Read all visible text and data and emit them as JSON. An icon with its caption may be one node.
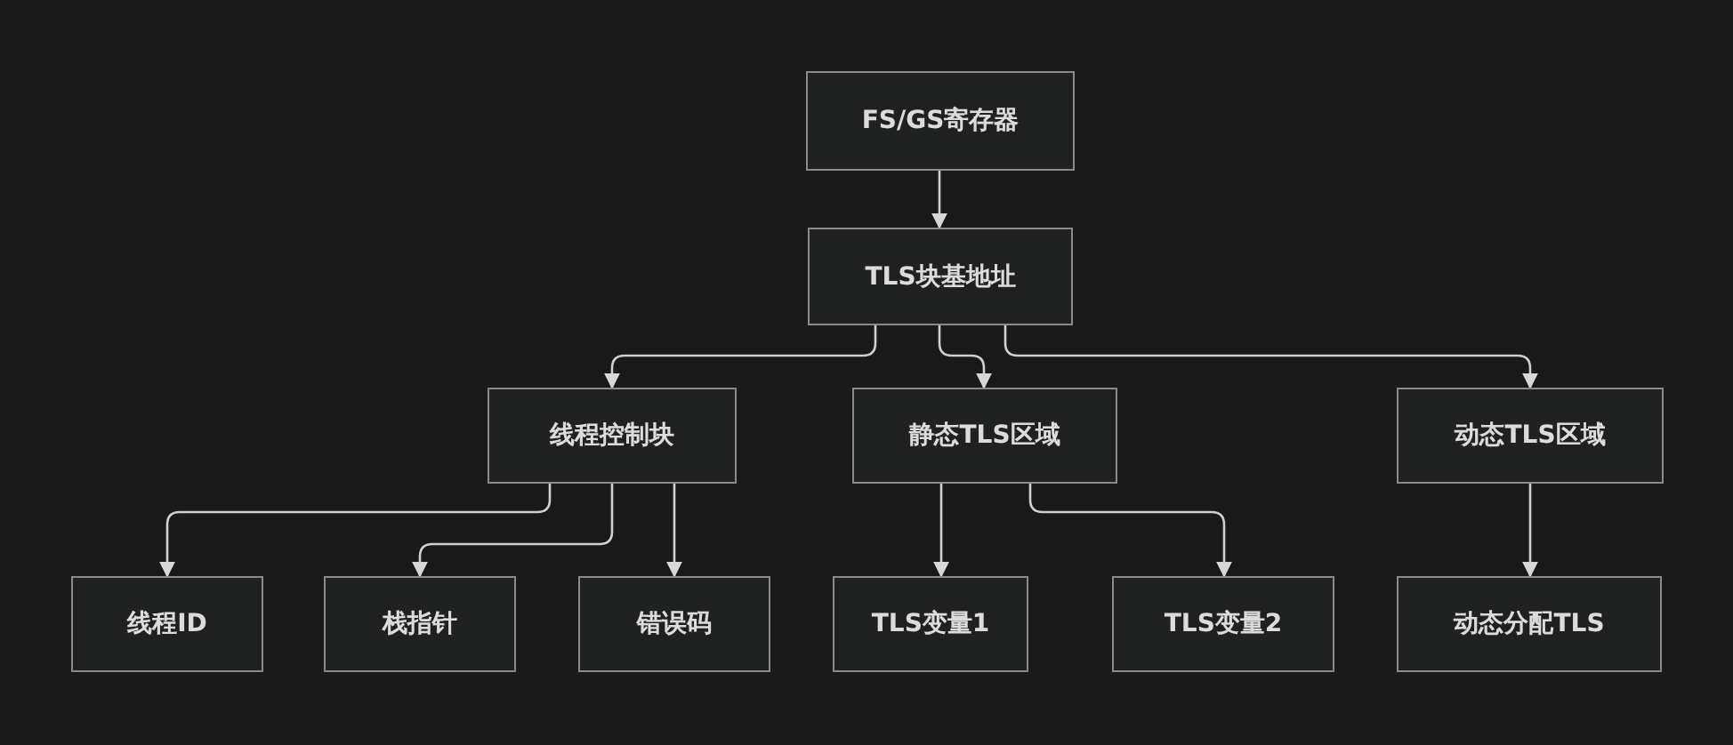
{
  "diagram": {
    "nodes": [
      {
        "text": [
          "FS/GS寄存器"
        ]
      },
      {
        "text": [
          "TLS块基地址"
        ]
      },
      {
        "text": [
          "线程控制块"
        ]
      },
      {
        "text": [
          "静态TLS区域"
        ]
      },
      {
        "text": [
          "动态TLS区域"
        ]
      },
      {
        "text": [
          "线程ID"
        ]
      },
      {
        "text": [
          "栈指针"
        ]
      },
      {
        "text": [
          "错误码"
        ]
      },
      {
        "text": [
          "TLS变量1"
        ]
      },
      {
        "text": [
          "TLS变量2"
        ]
      },
      {
        "text": [
          "动态分配TLS"
        ]
      }
    ],
    "edges": [
      {
        "from": 0,
        "to": 1,
        "arrow": "to"
      },
      {
        "from": 1,
        "to": 2,
        "arrow": "to"
      },
      {
        "from": 1,
        "to": 3,
        "arrow": "to"
      },
      {
        "from": 1,
        "to": 4,
        "arrow": "to"
      },
      {
        "from": 2,
        "to": 5,
        "arrow": "to"
      },
      {
        "from": 2,
        "to": 6,
        "arrow": "to"
      },
      {
        "from": 2,
        "to": 7,
        "arrow": "to"
      },
      {
        "from": 3,
        "to": 8,
        "arrow": "to"
      },
      {
        "from": 3,
        "to": 9,
        "arrow": "to"
      },
      {
        "from": 4,
        "to": 10,
        "arrow": "to"
      }
    ]
  }
}
